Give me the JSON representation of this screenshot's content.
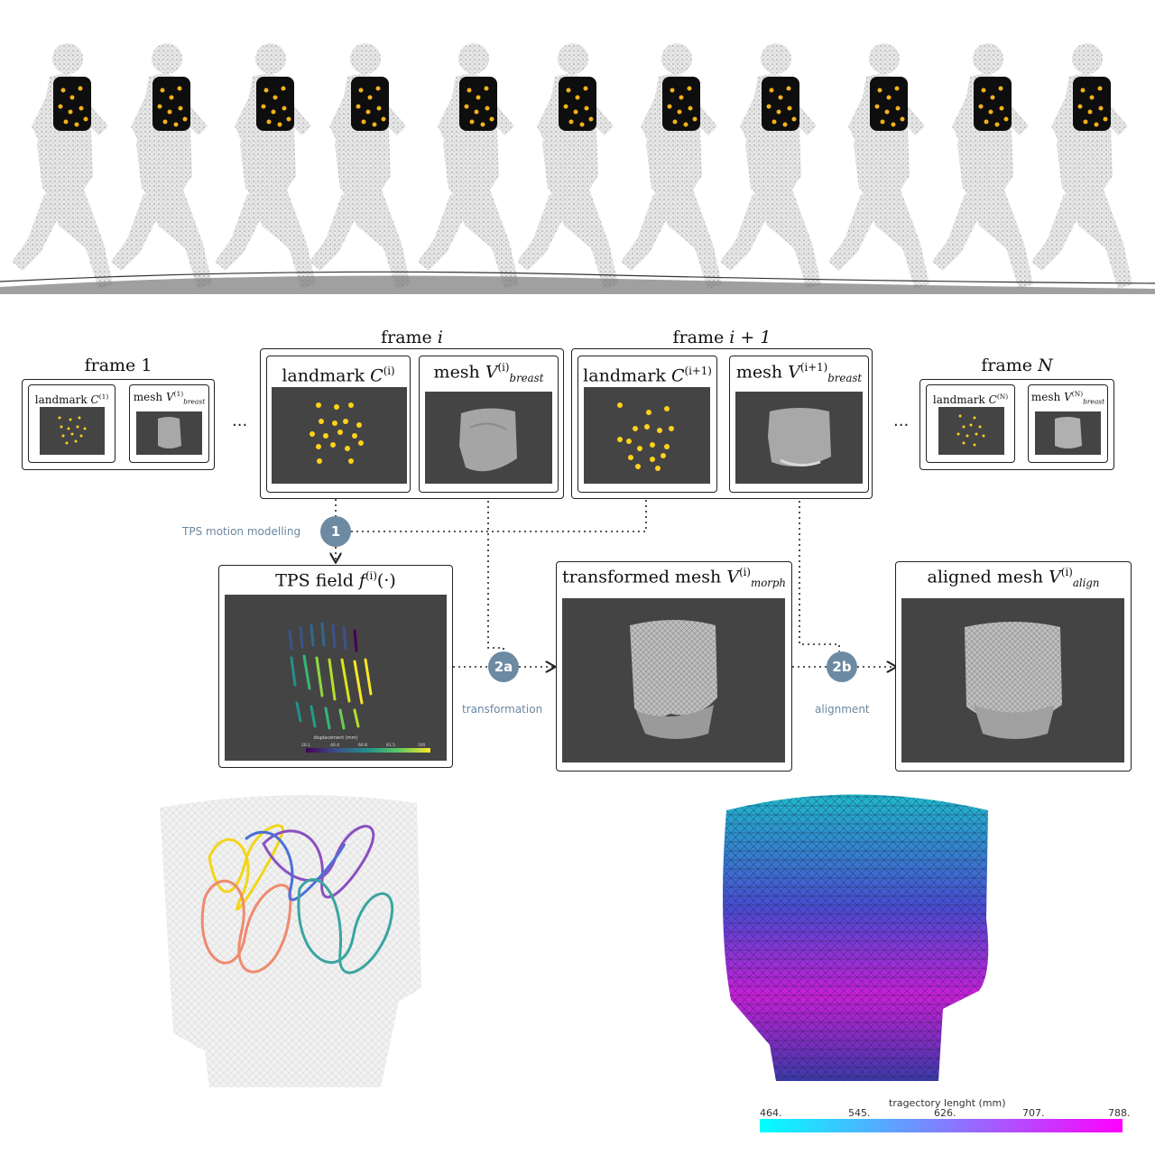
{
  "frames": {
    "first": {
      "title": "frame 1",
      "landmark": "landmark",
      "landmark_sym": "C",
      "landmark_sup": "(1)",
      "mesh": "mesh",
      "mesh_sym": "V",
      "mesh_sup": "(1)",
      "mesh_sub": "breast"
    },
    "i": {
      "title": "frame",
      "title_sym": "i",
      "landmark": "landmark",
      "landmark_sym": "C",
      "landmark_sup": "(i)",
      "mesh": "mesh",
      "mesh_sym": "V",
      "mesh_sup": "(i)",
      "mesh_sub": "breast"
    },
    "i1": {
      "title": "frame",
      "title_sym": "i + 1",
      "landmark": "landmark",
      "landmark_sym": "C",
      "landmark_sup": "(i+1)",
      "mesh": "mesh",
      "mesh_sym": "V",
      "mesh_sup": "(i+1)",
      "mesh_sub": "breast"
    },
    "last": {
      "title": "frame",
      "title_sym": "N",
      "landmark": "landmark",
      "landmark_sym": "C",
      "landmark_sup": "(N)",
      "mesh": "mesh",
      "mesh_sym": "V",
      "mesh_sup": "(N)",
      "mesh_sub": "breast"
    }
  },
  "ellipsis": "...",
  "steps": {
    "s1": {
      "badge": "1",
      "label": "TPS motion modelling"
    },
    "s2a": {
      "badge": "2a",
      "label": "transformation"
    },
    "s2b": {
      "badge": "2b",
      "label": "alignment"
    }
  },
  "outputs": {
    "tps": {
      "title": "TPS field",
      "sym": "f",
      "sup": "(i)",
      "arg": "(·)",
      "colorbar_title": "displacement (mm)",
      "colorbar_ticks": [
        "20.1",
        "40.4",
        "60.8",
        "81.5",
        "100"
      ]
    },
    "morph": {
      "title": "transformed mesh",
      "sym": "V",
      "sup": "(i)",
      "sub": "morph"
    },
    "align": {
      "title": "aligned mesh",
      "sym": "V",
      "sup": "(i)",
      "sub": "align"
    }
  },
  "trajectory_bar": {
    "title": "tragectory lenght (mm)",
    "ticks": [
      "464.",
      "545.",
      "626.",
      "707.",
      "788."
    ],
    "colors": [
      "#00ffff",
      "#ff00ff"
    ]
  },
  "colors": {
    "landmark": "#ffd21a",
    "panel": "#444444",
    "step": "#6d8aa3"
  }
}
